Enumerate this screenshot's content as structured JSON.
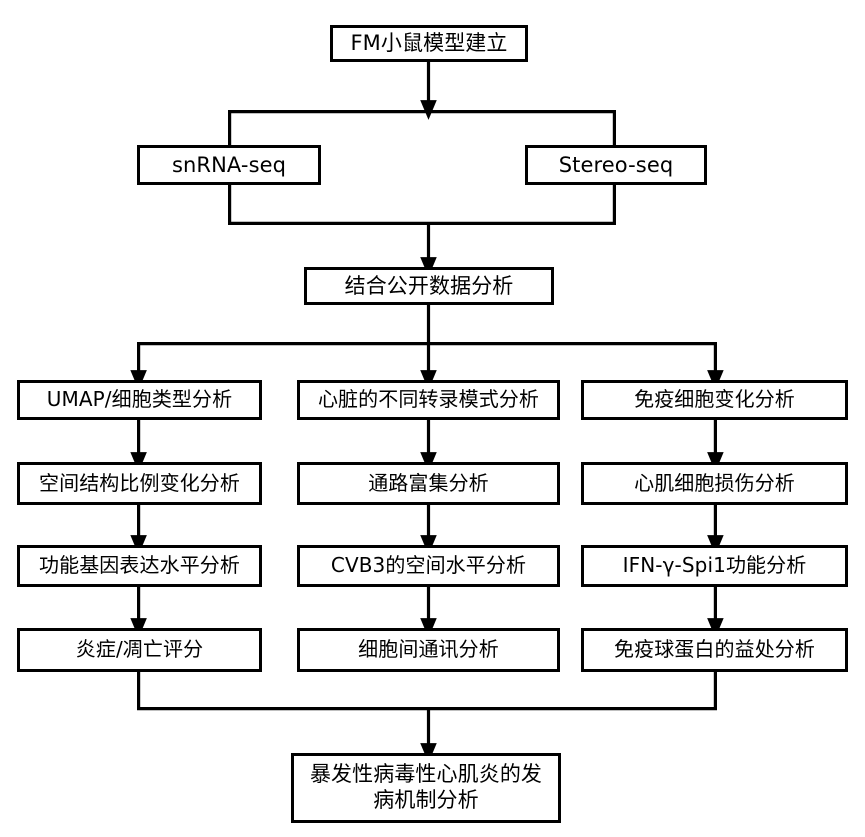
{
  "diagram": {
    "title": "FM小鼠模型建立",
    "type": "flowchart",
    "orientation": "top-to-bottom",
    "stroke_color": "#000000",
    "fill_color": "#ffffff",
    "background": "#ffffff"
  },
  "nodes": {
    "root": "FM小鼠模型建立",
    "branch_left": "snRNA-seq",
    "branch_right": "Stereo-seq",
    "merge": "结合公开数据分析",
    "final": "暴发性病毒性心肌炎的发\n病机制分析"
  },
  "columns": [
    {
      "id": "column-left",
      "steps": [
        "UMAP/细胞类型分析",
        "空间结构比例变化分析",
        "功能基因表达水平分析",
        "炎症/凋亡评分"
      ]
    },
    {
      "id": "column-middle",
      "steps": [
        "心脏的不同转录模式分析",
        "通路富集分析",
        "CVB3的空间水平分析",
        "细胞间通讯分析"
      ]
    },
    {
      "id": "column-right",
      "steps": [
        "免疫细胞变化分析",
        "心肌细胞损伤分析",
        "IFN-γ-Spi1功能分析",
        "免疫球蛋白的益处分析"
      ]
    }
  ]
}
